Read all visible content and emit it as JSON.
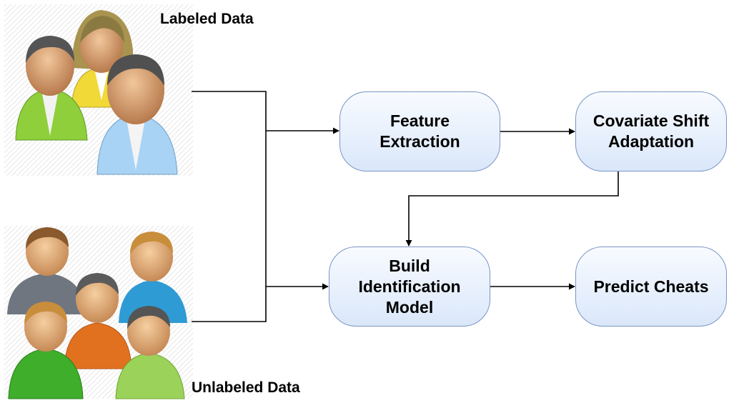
{
  "labeled": {
    "label": "Labeled Data",
    "icon": "labeled-users-icon"
  },
  "unlabeled": {
    "label": "Unlabeled Data",
    "icon": "unlabeled-users-icon"
  },
  "steps": {
    "feature_extraction": "Feature\nExtraction",
    "covariate_shift": "Covariate Shift\nAdaptation",
    "build_model": "Build\nIdentification\nModel",
    "predict": "Predict Cheats"
  },
  "colors": {
    "node_fill_top": "#f8fbff",
    "node_fill_bottom": "#dae7fa",
    "node_border": "#7a95c4",
    "connector": "#000000"
  }
}
